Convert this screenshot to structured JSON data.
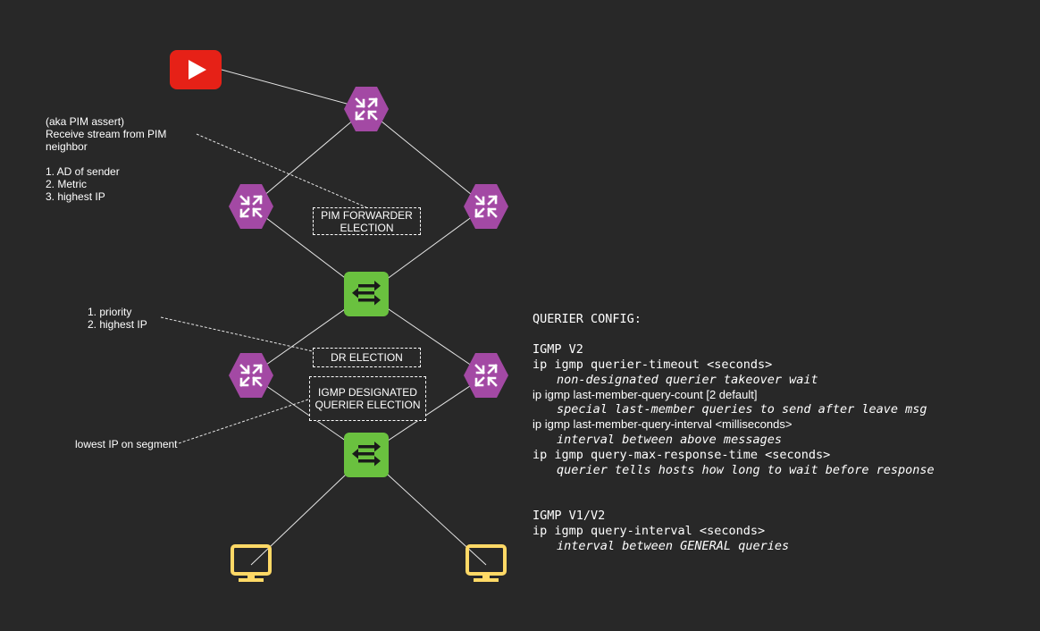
{
  "colors": {
    "background": "#282828",
    "router": "#a349a4",
    "switch": "#6ac13f",
    "youtube": "#e62117",
    "host": "#ffd966",
    "line": "#e6e6e6"
  },
  "icons": {
    "source": "youtube-play-icon",
    "router": "router-arrows-icon",
    "switch": "switch-arrows-icon",
    "host": "monitor-icon"
  },
  "notes": {
    "pim_assert": {
      "lines": [
        "(aka PIM assert)",
        "Receive stream from PIM",
        "neighbor",
        "",
        "1. AD of sender",
        "2. Metric",
        "3. highest IP"
      ]
    },
    "dr_criteria": {
      "lines": [
        "1. priority",
        "2. highest IP"
      ]
    },
    "igmp_criteria": "lowest IP on segment"
  },
  "boxes": {
    "pim_forwarder": [
      "PIM FORWARDER",
      "ELECTION"
    ],
    "dr_election": [
      "DR ELECTION"
    ],
    "igmp_querier": [
      "IGMP DESIGNATED",
      "QUERIER ELECTION"
    ]
  },
  "config": {
    "title": "QUERIER CONFIG:",
    "v2_header": "IGMP V2",
    "v2_cmd1": "ip igmp querier-timeout <seconds>",
    "v2_desc1": "non-designated querier takeover wait",
    "v2_cmd2": "ip igmp last-member-query-count [2 default]",
    "v2_desc2": "special last-member queries to send after leave msg",
    "v2_cmd3": "ip igmp last-member-query-interval <milliseconds>",
    "v2_desc3": "interval between above messages",
    "v2_cmd4": "ip igmp query-max-response-time <seconds>",
    "v2_desc4": "querier tells hosts how long to wait before response",
    "v1v2_header": "IGMP V1/V2",
    "v1v2_cmd1": "ip igmp query-interval <seconds>",
    "v1v2_desc1": "interval between GENERAL queries"
  }
}
